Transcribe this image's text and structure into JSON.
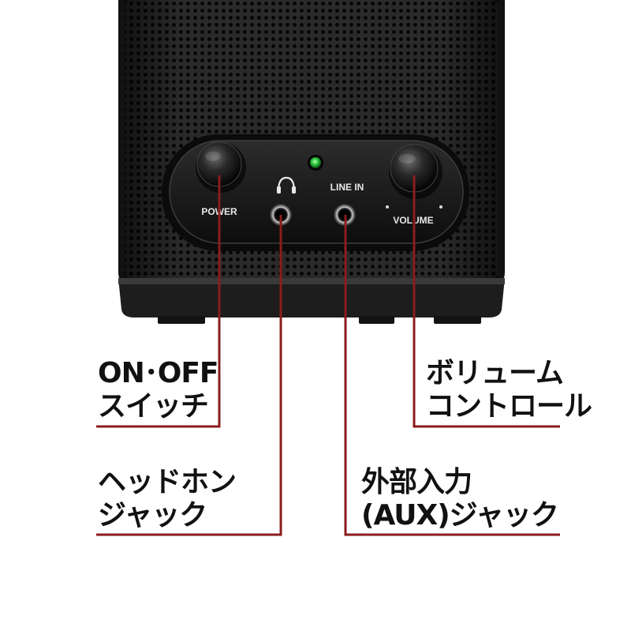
{
  "panel": {
    "power_label": "POWER",
    "line_in_label": "LINE IN",
    "volume_label": "VOLUME"
  },
  "callouts": {
    "power": {
      "line1": "ON･OFF",
      "line2": "スイッチ"
    },
    "volume": {
      "line1": "ボリューム",
      "line2": "コントロール"
    },
    "headphone": {
      "line1": "ヘッドホン",
      "line2": "ジャック"
    },
    "aux": {
      "line1": "外部入力",
      "line2": "(AUX)ジャック"
    }
  },
  "colors": {
    "leader_line": "#8b1c1c",
    "led": "#2ecc40",
    "speaker_body": "#1b1b1b"
  },
  "icons": {
    "headphone": "headphone-icon",
    "led": "power-led-indicator"
  }
}
